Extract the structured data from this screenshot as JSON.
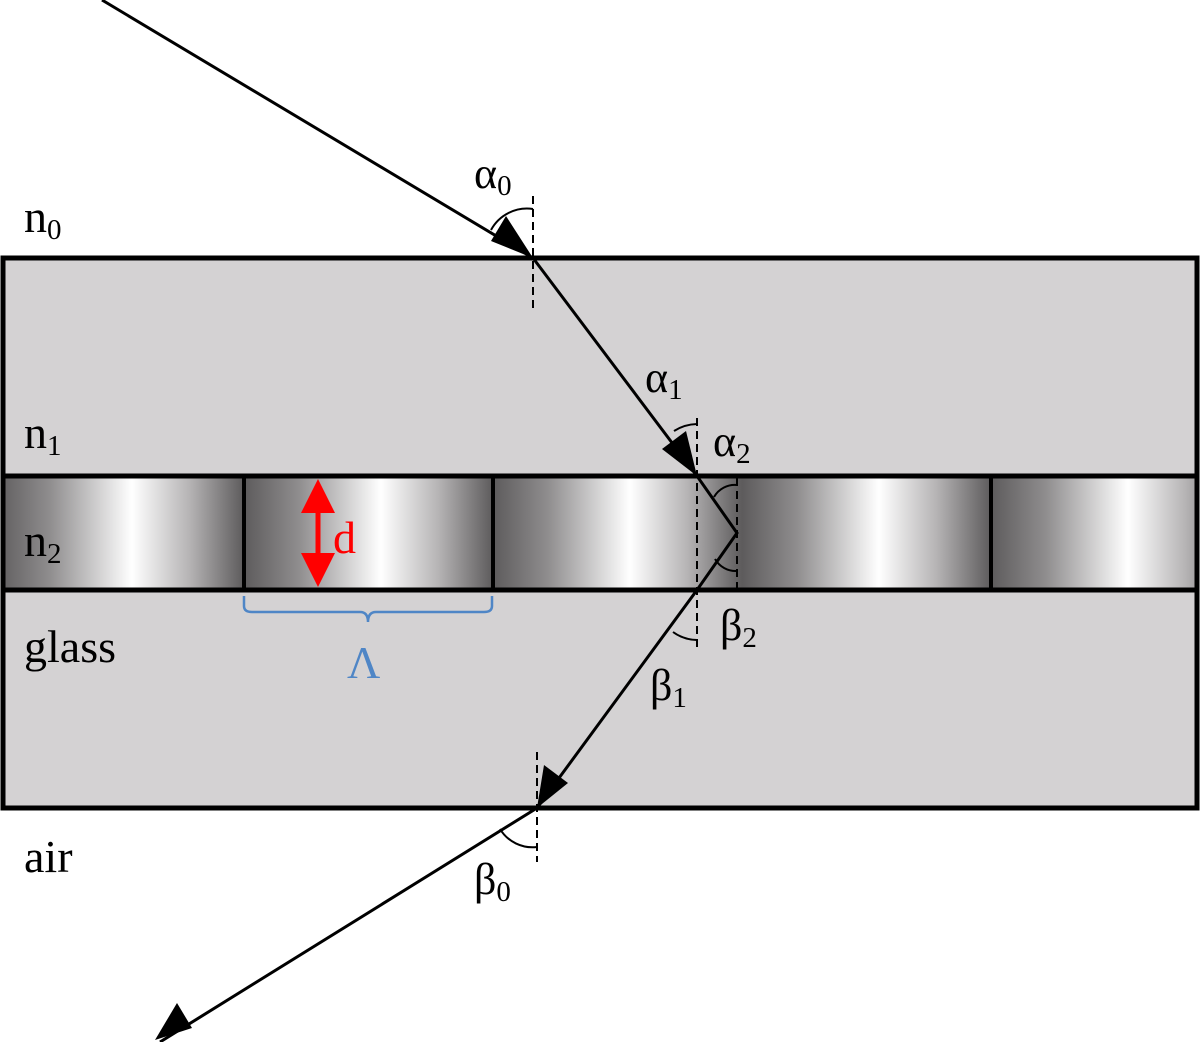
{
  "media_labels": {
    "n0": {
      "base": "n",
      "sub": "0"
    },
    "n1": {
      "base": "n",
      "sub": "1"
    },
    "n2": {
      "base": "n",
      "sub": "2"
    },
    "glass": "glass",
    "air": "air"
  },
  "angle_labels": {
    "alpha0": {
      "base": "α",
      "sub": "0"
    },
    "alpha1": {
      "base": "α",
      "sub": "1"
    },
    "alpha2": {
      "base": "α",
      "sub": "2"
    },
    "beta2": {
      "base": "β",
      "sub": "2"
    },
    "beta1": {
      "base": "β",
      "sub": "1"
    },
    "beta0": {
      "base": "β",
      "sub": "0"
    }
  },
  "dimension_labels": {
    "thickness": "d",
    "period": "Λ"
  },
  "colors": {
    "layer_fill": "#d4d2d3",
    "outline": "#000000",
    "thickness_marker": "#ff0000",
    "period_marker": "#4f86c6",
    "grating_dark": "#5d5b5c",
    "grating_light": "#ffffff"
  }
}
